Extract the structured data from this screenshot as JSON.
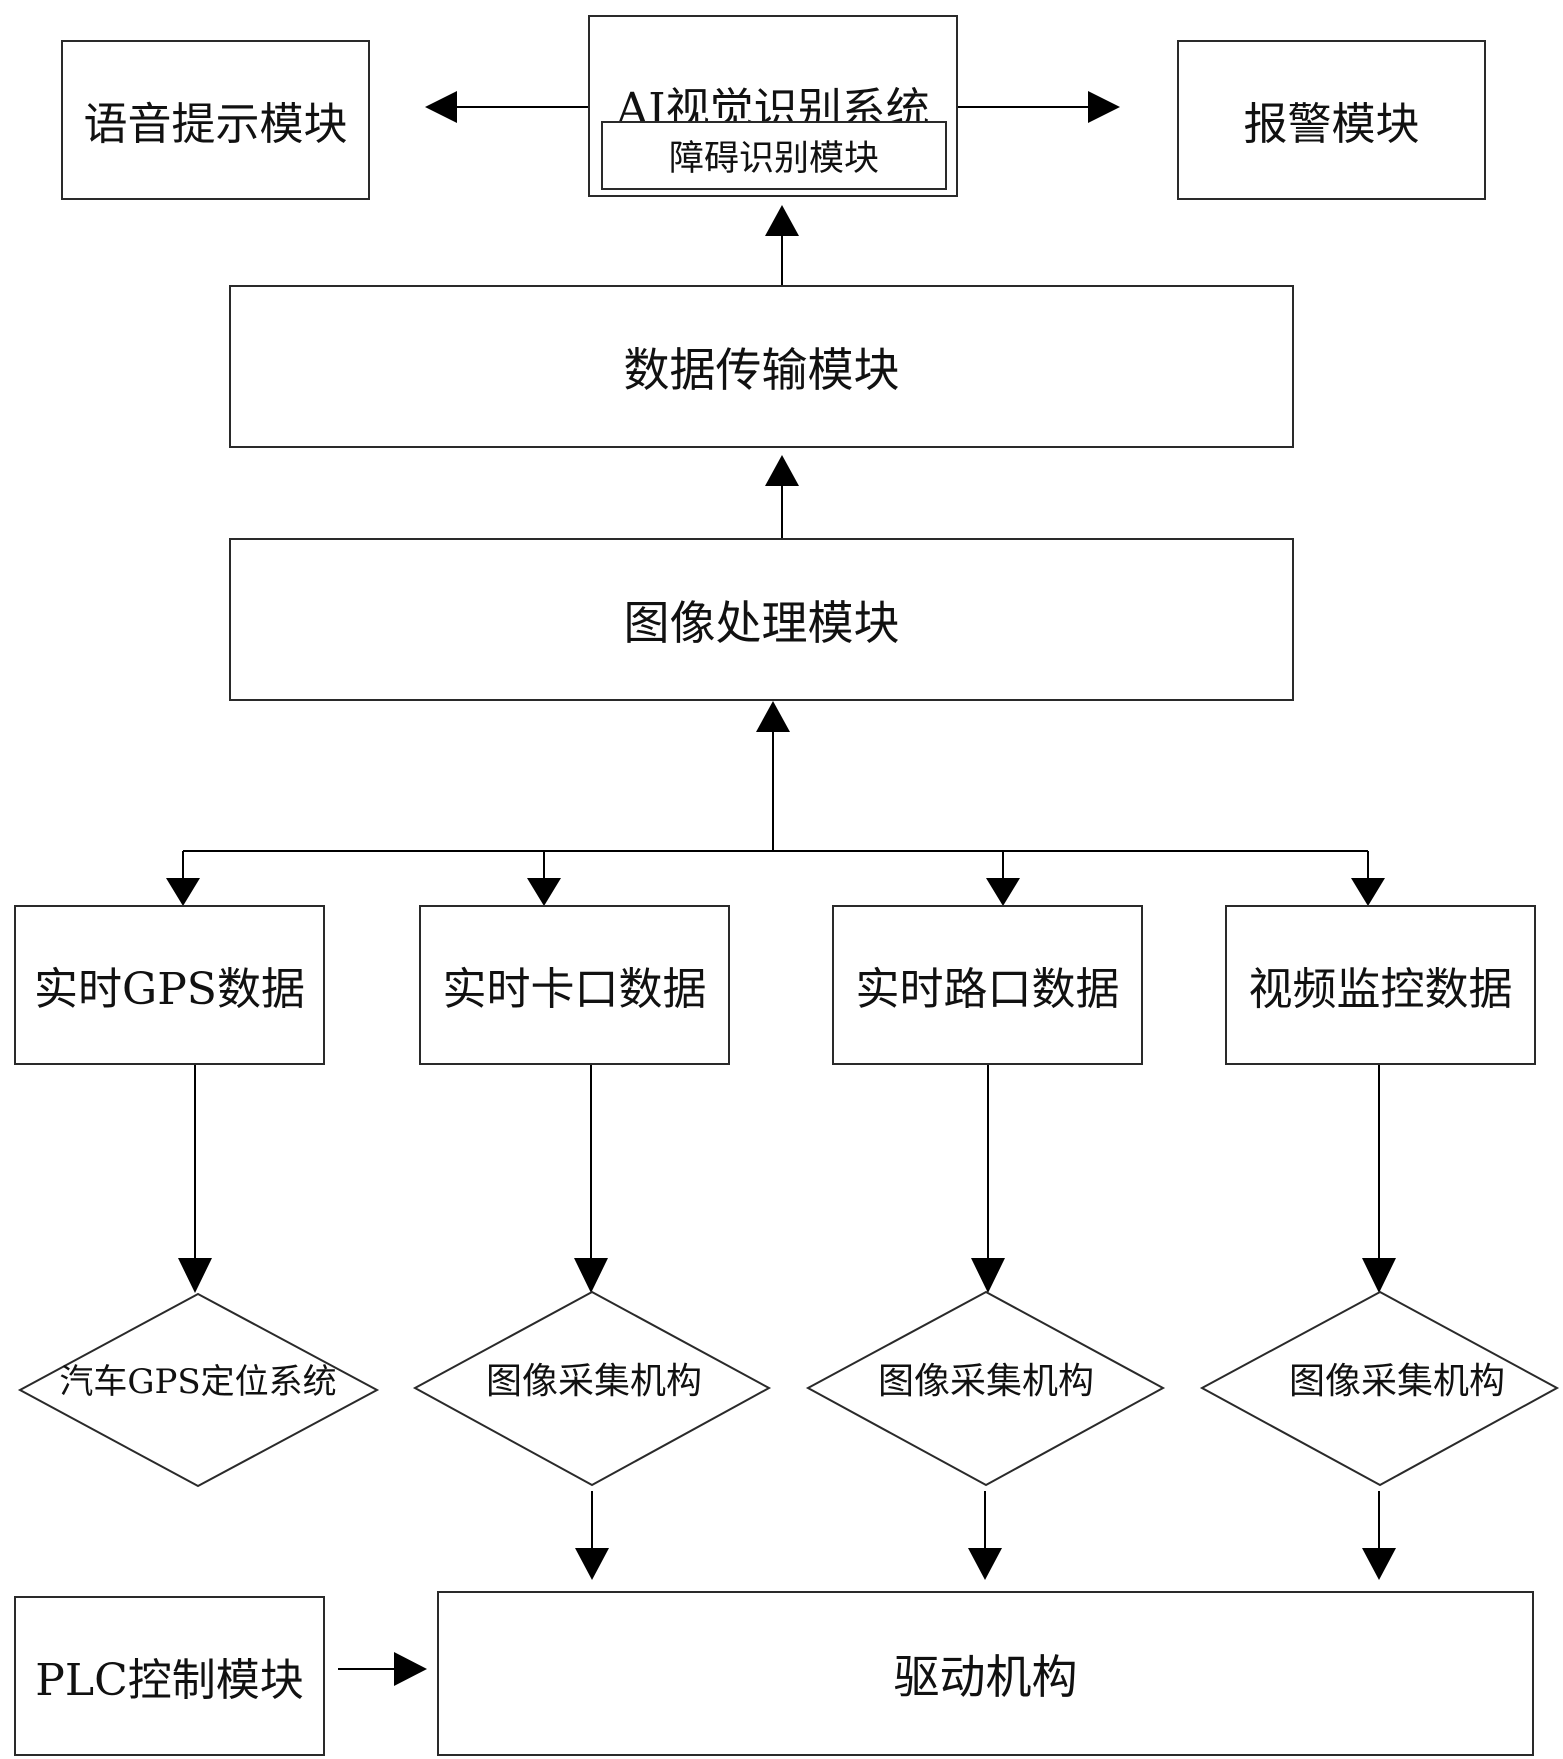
{
  "colors": {
    "line": "#000000",
    "border": "#2a2a2a",
    "background": "#ffffff",
    "text": "#111111"
  },
  "top": {
    "voice": "语音提示模块",
    "ai_system": "AI视觉识别系统",
    "obstacle": "障碍识别模块",
    "alarm": "报警模块"
  },
  "middle": {
    "transmission": "数据传输模块",
    "image_processing": "图像处理模块"
  },
  "sources": {
    "gps_data": "实时GPS数据",
    "checkpoint_data": "实时卡口数据",
    "intersection_data": "实时路口数据",
    "video_data": "视频监控数据"
  },
  "devices": {
    "gps_system": "汽车GPS定位系统",
    "capture_1": "图像采集机构",
    "capture_2": "图像采集机构",
    "capture_3": "图像采集机构"
  },
  "bottom": {
    "plc": "PLC控制模块",
    "drive": "驱动机构"
  }
}
